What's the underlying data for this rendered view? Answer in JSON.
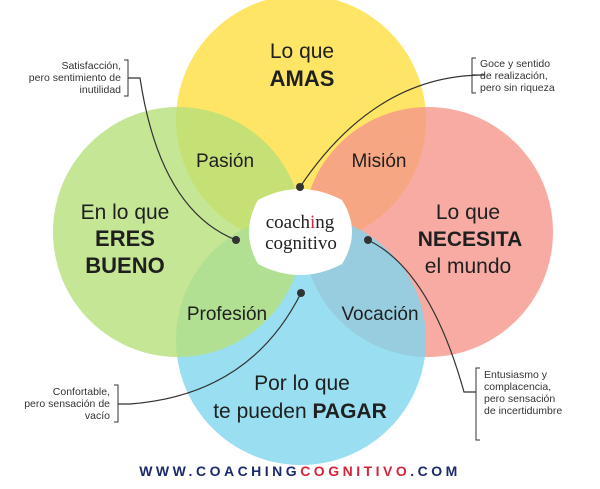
{
  "circles": {
    "amas": {
      "line1": "Lo que",
      "line2": "AMAS",
      "color": "#ffe04a"
    },
    "necesita": {
      "line1": "Lo que",
      "line2": "NECESITA",
      "line3": "el mundo",
      "color": "#f5968c"
    },
    "pagar": {
      "line1": "Por lo que",
      "line2_pre": "te pueden ",
      "line2_bold": "PAGAR",
      "color": "#7fd6ee"
    },
    "bueno": {
      "line1": "En lo que",
      "line2": "ERES",
      "line3": "BUENO",
      "color": "#b6e07a"
    }
  },
  "overlaps": {
    "pasion": "Pasión",
    "mision": "Misión",
    "profesion": "Profesión",
    "vocacion": "Vocación"
  },
  "notes": {
    "top_left": [
      "Satisfacción,",
      "pero sentimiento de",
      "inutilidad"
    ],
    "top_right": [
      "Goce y sentido",
      "de realización,",
      "pero sin riqueza"
    ],
    "bottom_left": [
      "Confortable,",
      "pero sensación de",
      "vacío"
    ],
    "bottom_right": [
      "Entusiasmo y",
      "complacencia,",
      "pero sensación",
      "de incertidumbre"
    ]
  },
  "logo": {
    "word1_a": "coach",
    "word1_i": "i",
    "word1_b": "ng",
    "word2": "cognitivo"
  },
  "footer": {
    "url_part1": "WWW.",
    "url_part2": "COACHING",
    "url_part3": "COGNITIVO",
    "url_part4": ".COM",
    "color_dark": "#1c2a6b",
    "color_accent": "#d6243a"
  }
}
